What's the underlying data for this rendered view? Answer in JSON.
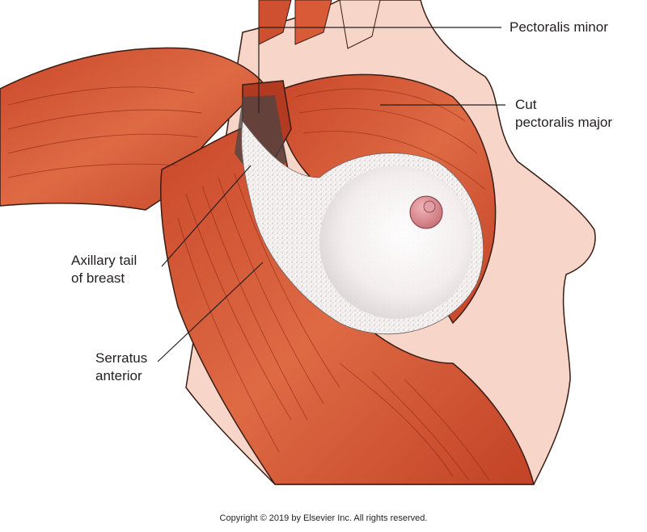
{
  "figure": {
    "labels": {
      "pectoralis_minor": "Pectoralis minor",
      "cut_pectoralis_major_line1": "Cut",
      "cut_pectoralis_major_line2": "pectoralis major",
      "axillary_tail_line1": "Axillary tail",
      "axillary_tail_line2": "of breast",
      "serratus_line1": "Serratus",
      "serratus_line2": "anterior"
    },
    "copyright": "Copyright © 2019 by Elsevier Inc. All rights reserved."
  },
  "colors": {
    "skin": "#f7d6c9",
    "muscle": "#d2542f",
    "muscle_dark": "#a8321a",
    "muscle_light": "#e47a55",
    "breast_tissue": "#f2ecec",
    "nipple": "#d98c92",
    "outline": "#3a1c14"
  }
}
